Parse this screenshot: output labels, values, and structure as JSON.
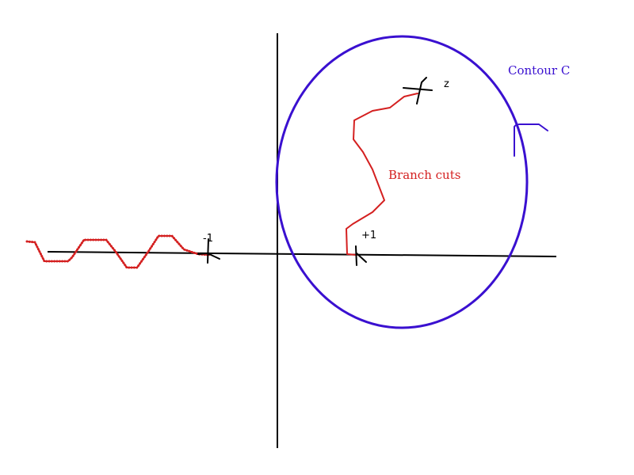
{
  "labels": {
    "z": "z",
    "minus_one": "-1",
    "plus_one": "+1",
    "branch_cuts": "Branch cuts",
    "contour": "Contour C"
  },
  "colors": {
    "axis": "#000000",
    "branch_cut": "#d42020",
    "contour": "#3a10d0",
    "background": "#ffffff"
  }
}
